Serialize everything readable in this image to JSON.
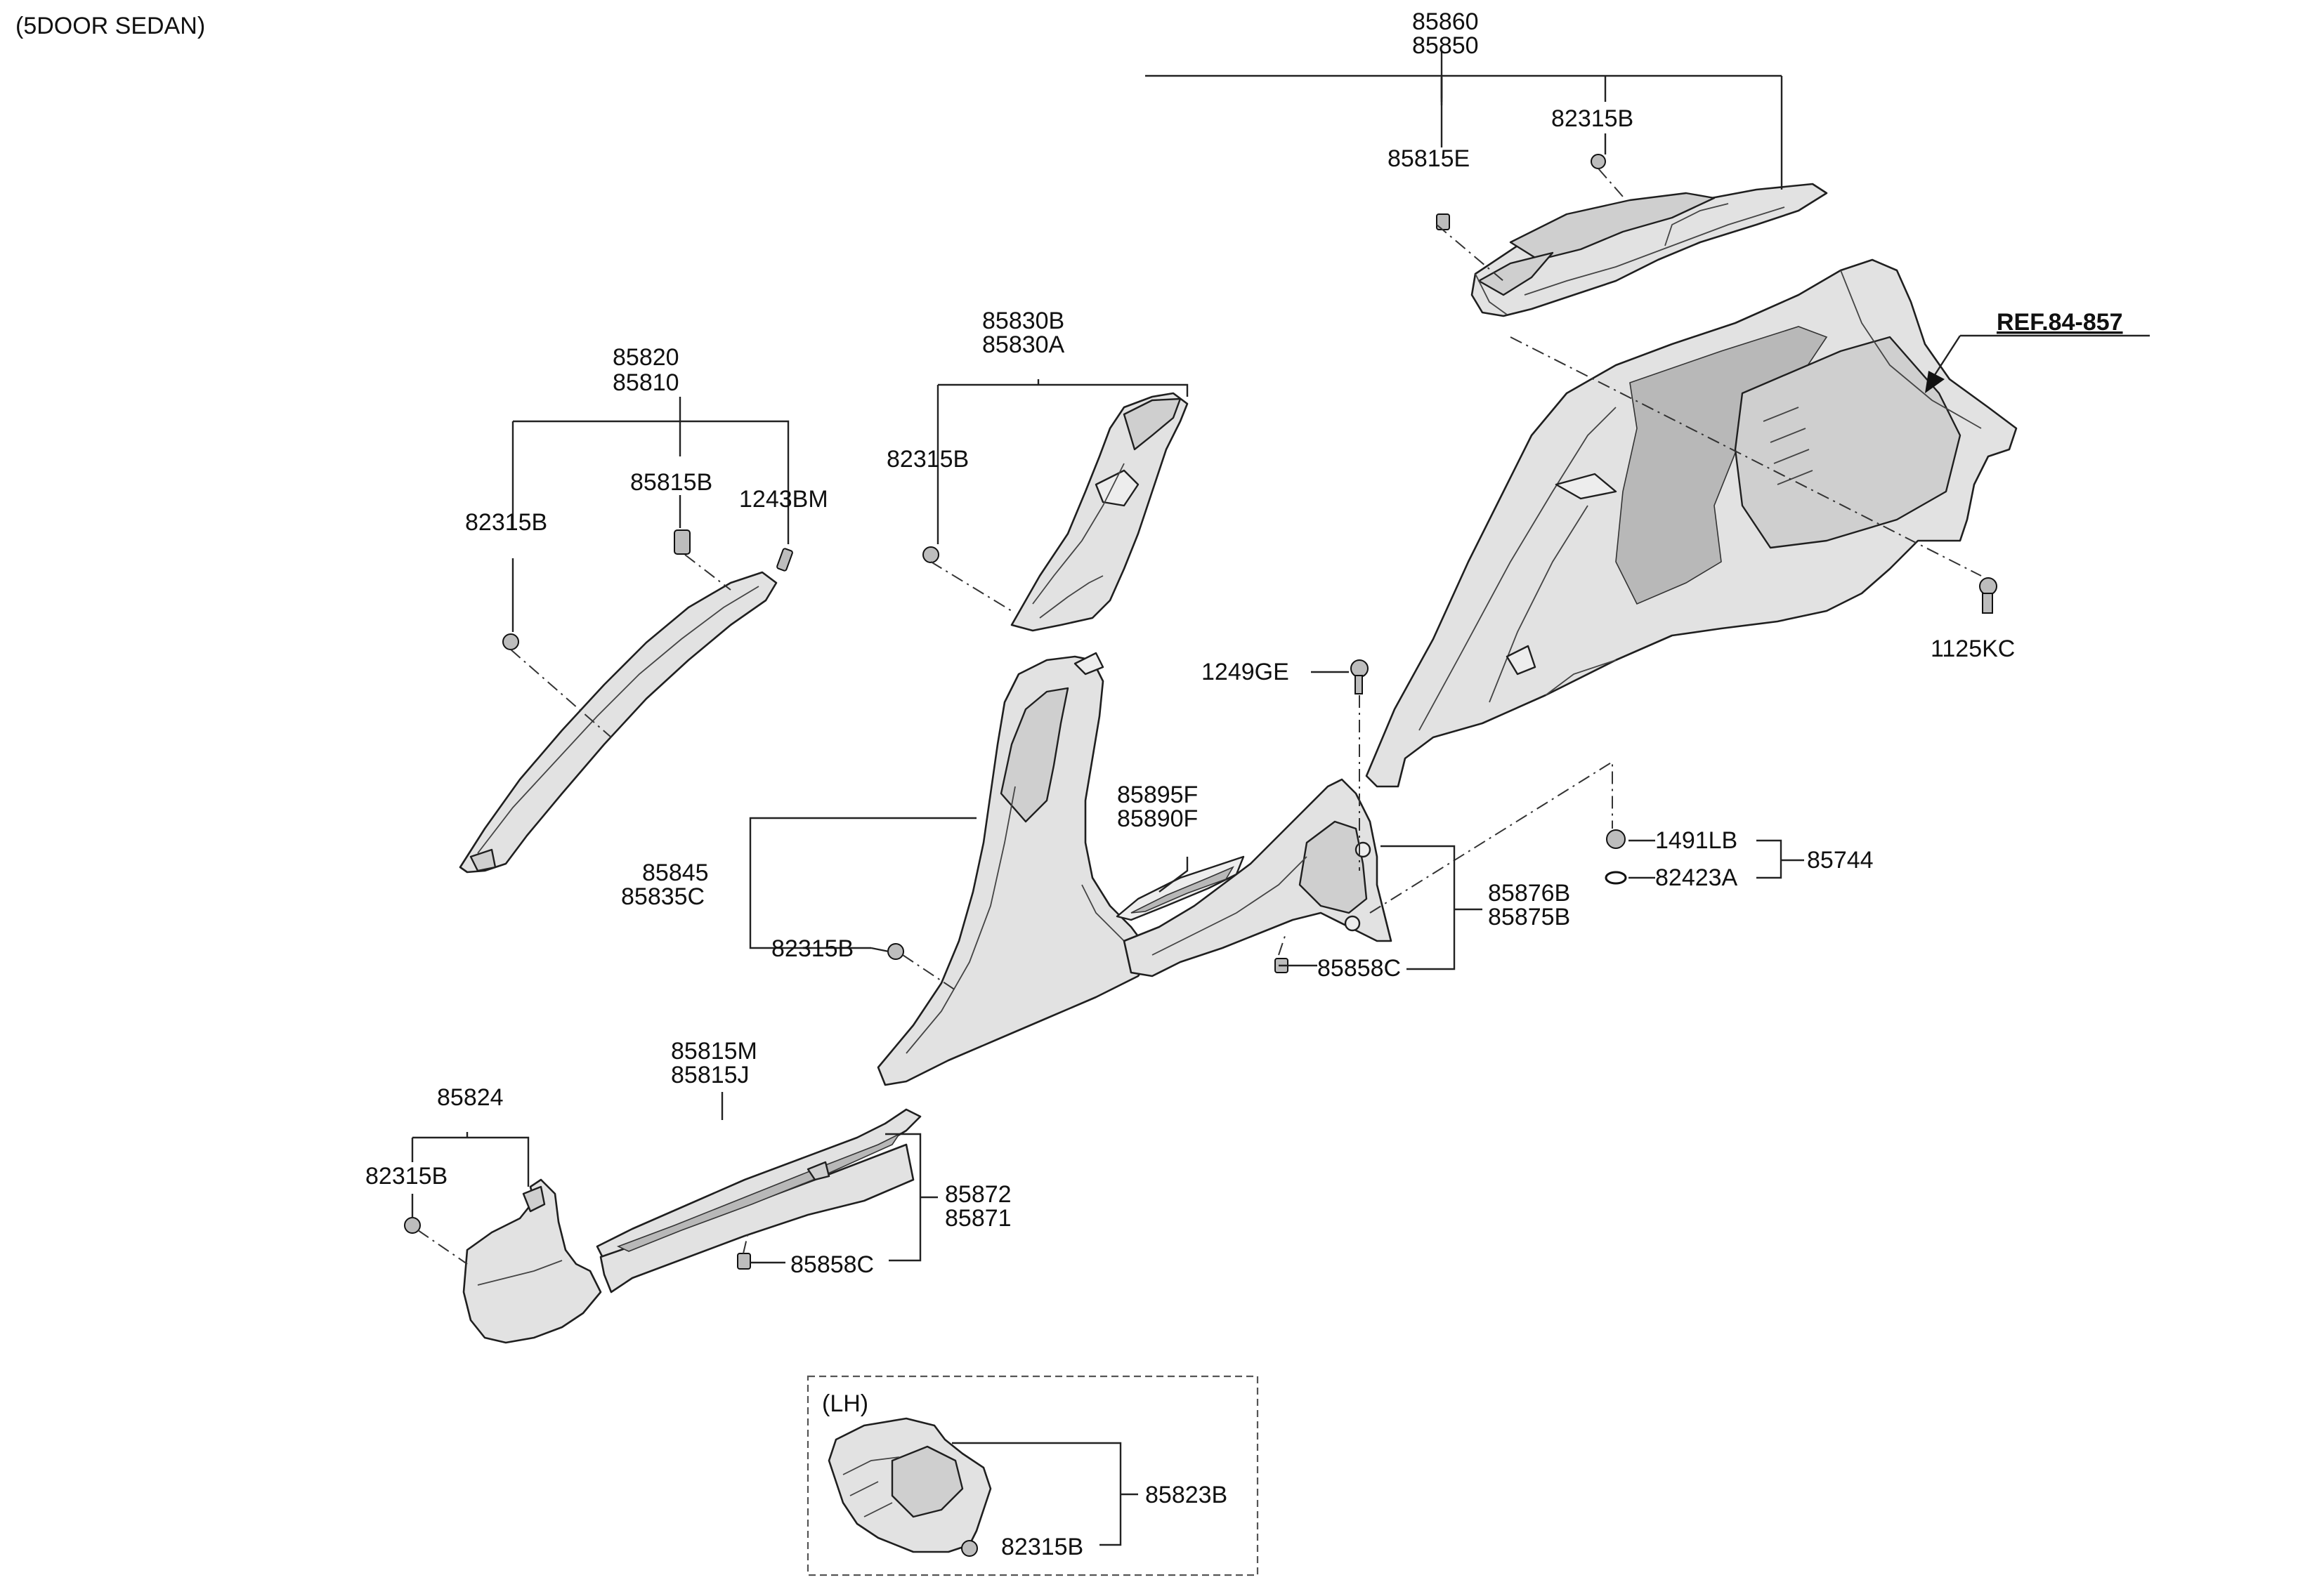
{
  "header": {
    "variant": "(5DOOR SEDAN)"
  },
  "reference": {
    "label": "REF.84-857"
  },
  "inset": {
    "title": "(LH)"
  },
  "labels": {
    "p85860": "85860",
    "p85850": "85850",
    "p82315B_top": "82315B",
    "p85815E": "85815E",
    "p85830B": "85830B",
    "p85830A": "85830A",
    "p82315B_bpil": "82315B",
    "p85820": "85820",
    "p85810": "85810",
    "p85815B": "85815B",
    "p1243BM": "1243BM",
    "p82315B_apil": "82315B",
    "p1249GE": "1249GE",
    "p1125KC": "1125KC",
    "p85895F": "85895F",
    "p85890F": "85890F",
    "p85845": "85845",
    "p85835C": "85835C",
    "p82315B_mid": "82315B",
    "p1491LB": "1491LB",
    "p82423A": "82423A",
    "p85744": "85744",
    "p85876B": "85876B",
    "p85875B": "85875B",
    "p85858C_right": "85858C",
    "p85815M": "85815M",
    "p85815J": "85815J",
    "p85872": "85872",
    "p85871": "85871",
    "p85858C_left": "85858C",
    "p85824": "85824",
    "p82315B_cowl": "82315B",
    "p85823B": "85823B",
    "p82315B_lh": "82315B"
  }
}
